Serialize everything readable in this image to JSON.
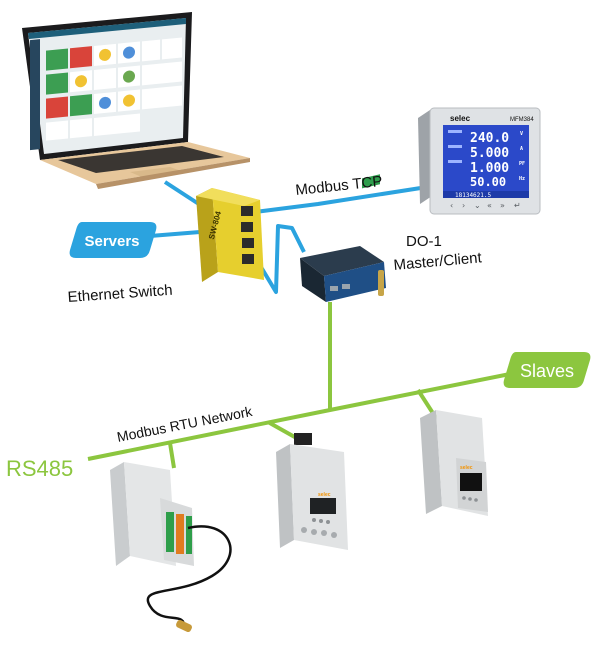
{
  "labels": {
    "modbus_tcp": "Modbus TCP",
    "servers": "Servers",
    "ethernet_switch": "Ethernet Switch",
    "do1_line1": "DO-1",
    "do1_line2": "Master/Client",
    "slaves": "Slaves",
    "modbus_rtu": "Modbus RTU Network",
    "rs485": "RS485"
  },
  "device_text": {
    "switch_model": "SW-804",
    "meter_brand": "selec",
    "meter_model": "MFM384",
    "meter_readings": [
      "240.0",
      "5.000",
      "1.000",
      "50.00"
    ],
    "meter_units": [
      "V",
      "A",
      "PF",
      "Hz"
    ],
    "meter_bottom": "18134621.5",
    "slave2_brand": "selec",
    "slave3_brand": "selec"
  },
  "colors": {
    "ethernet_blue": "#2ba3df",
    "rs485_green": "#8cc63f",
    "servers_badge": "#2ba3df",
    "slaves_badge": "#8cc63f"
  }
}
